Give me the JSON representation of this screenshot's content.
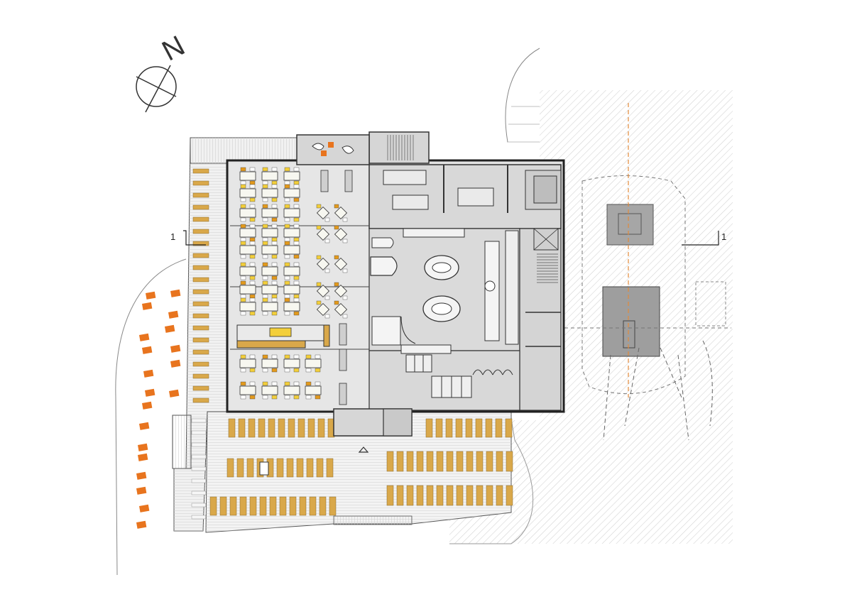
{
  "north_arrow": {
    "label": "N"
  },
  "section_marks": {
    "left": "1",
    "right": "1"
  },
  "colors": {
    "wall": "#2a2a2a",
    "floor": "#dedede",
    "deck": "#f2f2f2",
    "hatch": "#d6d6d6",
    "wood": "#d9a84a",
    "seat_yellow": "#f3cf3a",
    "seat_orange": "#e39a1c",
    "outdoor_chair": "#e8741e",
    "dark_block": "#9a9a9a"
  },
  "icons": [
    "north-arrow-icon",
    "entrance-triangle-icon"
  ]
}
